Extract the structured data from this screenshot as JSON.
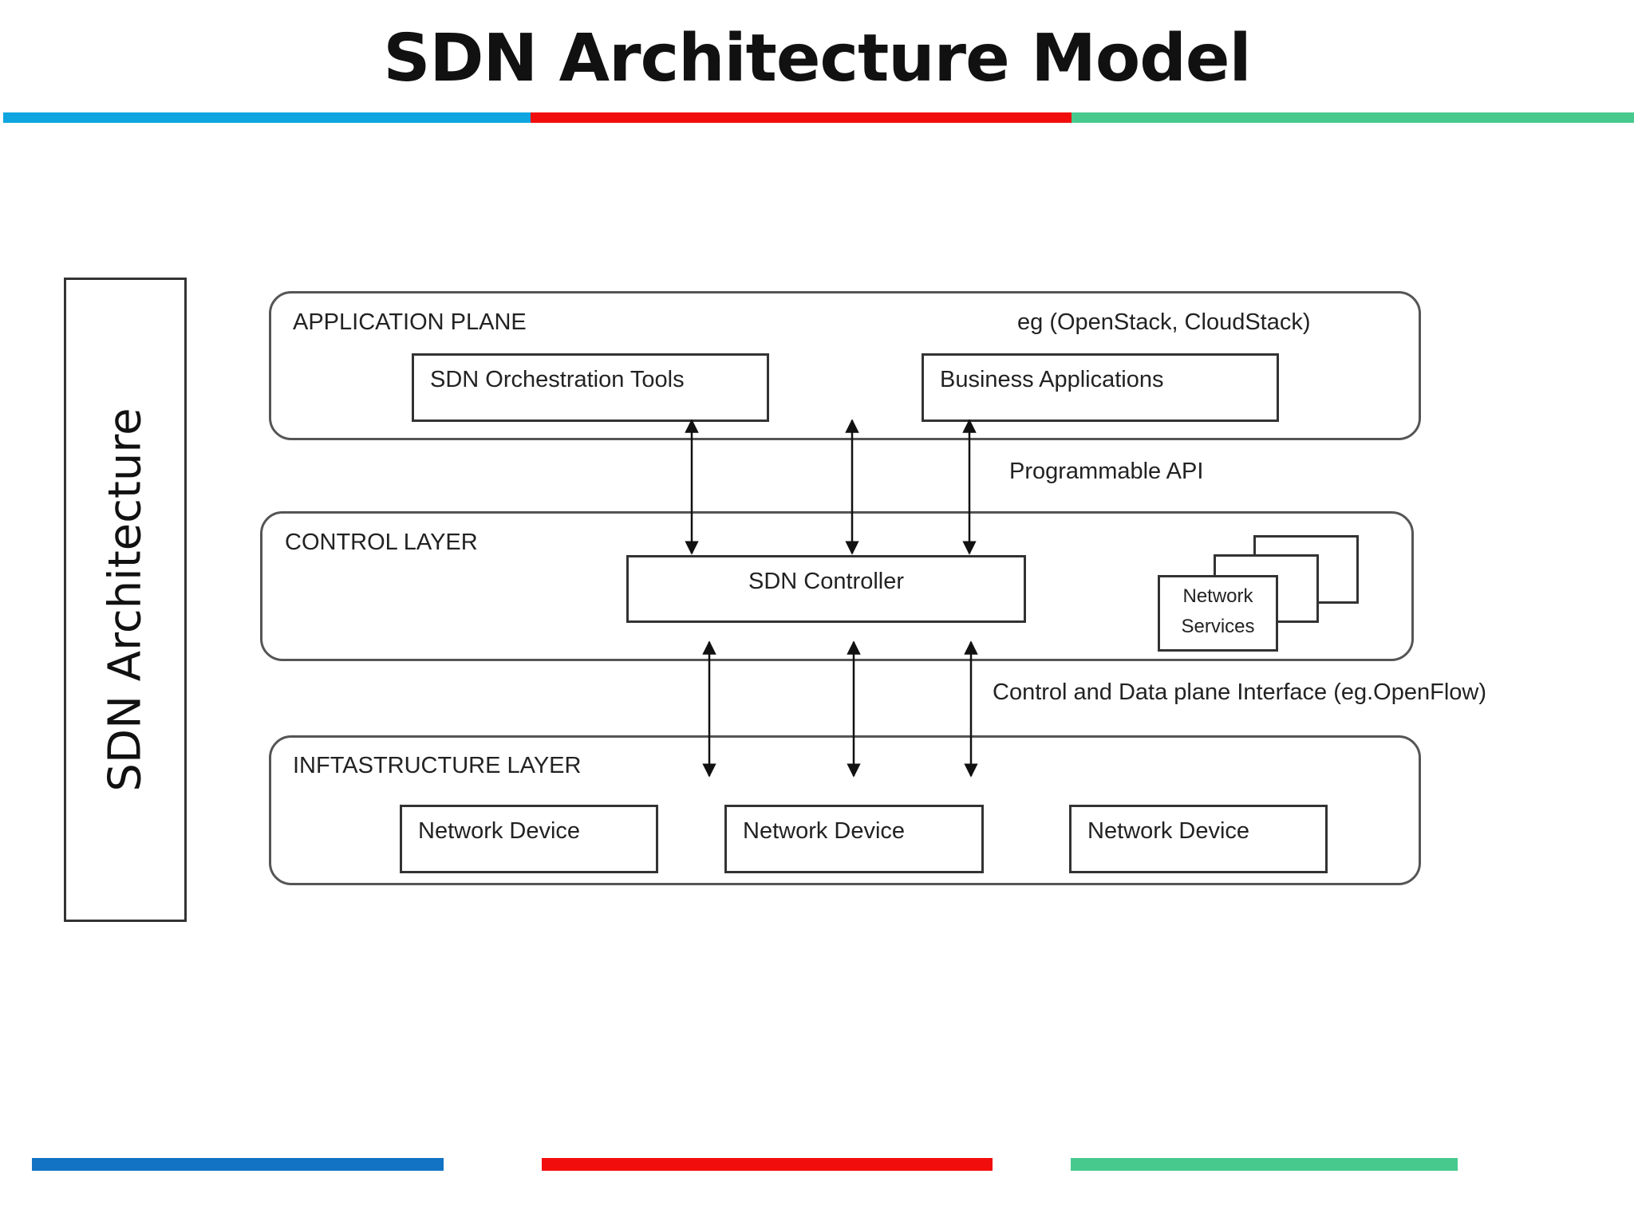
{
  "title": "SDN Architecture Model",
  "side_label": "SDN Architecture",
  "application_plane": {
    "label": "APPLICATION PLANE",
    "example": "eg (OpenStack, CloudStack)",
    "boxes": [
      "SDN Orchestration Tools",
      "Business Applications"
    ]
  },
  "api_label": "Programmable API",
  "control_layer": {
    "label": "CONTROL LAYER",
    "controller": "SDN Controller",
    "network_services": [
      "Network",
      "Services"
    ]
  },
  "interface_label": "Control and Data plane Interface (eg.OpenFlow)",
  "infrastructure_layer": {
    "label": "INFTASTRUCTURE LAYER",
    "devices": [
      "Network Device",
      "Network Device",
      "Network Device"
    ]
  },
  "colors": {
    "blue": "#0ea5e0",
    "red": "#f20d0d",
    "green": "#47c98e",
    "bottom_blue": "#1273c4"
  }
}
